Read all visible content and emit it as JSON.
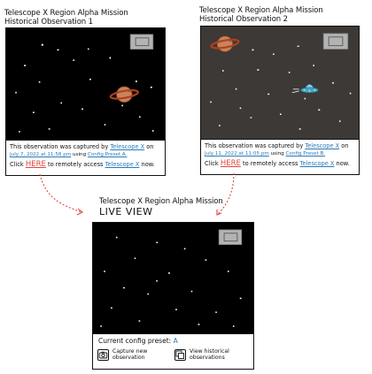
{
  "obs1": {
    "title_line1": "Telescope X Region Alpha Mission",
    "title_line2": "Historical Observation 1",
    "caption_pre": "This observation was captured by",
    "telescope_link": "Telescope X",
    "caption_on": "on",
    "date": "July 7, 2022 at 11:58 pm",
    "caption_using": "using",
    "preset_link": "Config Preset A.",
    "click_pre": "Click",
    "here": "HERE",
    "click_post": "to remotely access",
    "click_link": "Telescope X",
    "click_end": "now.",
    "background": "#000000"
  },
  "obs2": {
    "title_line1": "Telescope X Region Alpha Mission",
    "title_line2": "Historical Observation 2",
    "caption_pre": "This observation was captured by",
    "telescope_link": "Telescope X",
    "caption_on": "on",
    "date": "July 11, 2022 at 11:05 pm",
    "caption_using": "using",
    "preset_link": "Config Preset B.",
    "click_pre": "Click",
    "here": "HERE",
    "click_post": "to remotely access",
    "click_link": "Telescope X",
    "click_end": "now.",
    "background": "#3d3936"
  },
  "live": {
    "title_line1": "Telescope X Region Alpha Mission",
    "title_line2": "LIVE VIEW",
    "preset_label": "Current config preset:",
    "preset_value": "A",
    "capture_label": "Capture new observation",
    "history_label": "View historical observations",
    "background": "#000000"
  },
  "colors": {
    "link_blue": "#2a7ab8",
    "here_red": "#e0453d",
    "arrow_red": "#e0453d",
    "planet": "#c8845a",
    "ring": "#b0401f",
    "ufo": "#3fa9c9",
    "inset_box": "#b3b3b3"
  },
  "icons": {
    "camera": "camera-icon",
    "history": "stack-icon",
    "minimap": "minimap-icon"
  }
}
